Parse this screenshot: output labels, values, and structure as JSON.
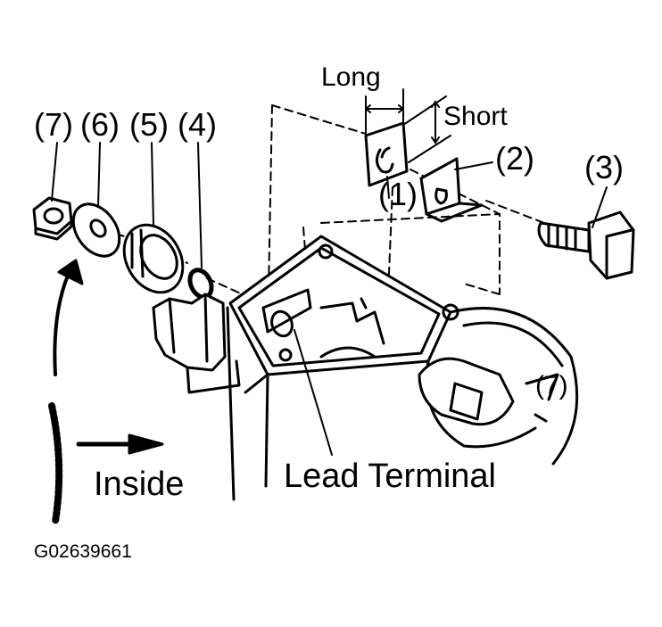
{
  "parts": [
    {
      "num": "(1)"
    },
    {
      "num": "(2)"
    },
    {
      "num": "(3)"
    },
    {
      "num": "(4)"
    },
    {
      "num": "(5)"
    },
    {
      "num": "(6)"
    },
    {
      "num": "(7)"
    },
    {
      "num": "(7)"
    }
  ],
  "dimensions": {
    "long": "Long",
    "short": "Short"
  },
  "labels": {
    "lead_terminal": "Lead Terminal",
    "inside": "Inside"
  },
  "figure_id": "G02639661",
  "colors": {
    "ink": "#000000",
    "paper": "#ffffff"
  }
}
